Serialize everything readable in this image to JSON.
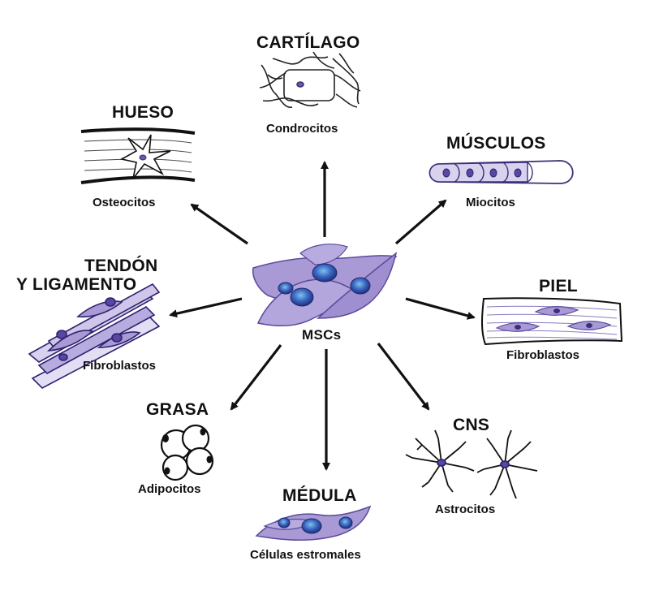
{
  "center": {
    "label": "MSCs"
  },
  "nodes": {
    "cartilage": {
      "title": "CARTÍLAGO",
      "subtitle": "Condrocitos"
    },
    "bone": {
      "title": "HUESO",
      "subtitle": "Osteocitos"
    },
    "muscle": {
      "title": "MÚSCULOS",
      "subtitle": "Miocitos"
    },
    "tendon": {
      "title_line1": "TENDÓN",
      "title_line2": "Y LIGAMENTO",
      "subtitle": "Fibroblastos"
    },
    "skin": {
      "title": "PIEL",
      "subtitle": "Fibroblastos"
    },
    "fat": {
      "title": "GRASA",
      "subtitle": "Adipocitos"
    },
    "marrow": {
      "title": "MÉDULA",
      "subtitle": "Células estromales"
    },
    "cns": {
      "title": "CNS",
      "subtitle": "Astrocitos"
    }
  },
  "colors": {
    "cell_fill": "#a99ad6",
    "cell_stroke": "#5b4a9c",
    "nucleus": "#2f4fa8",
    "nucleus_highlight": "#6fb7e6",
    "arrow": "#111111"
  }
}
